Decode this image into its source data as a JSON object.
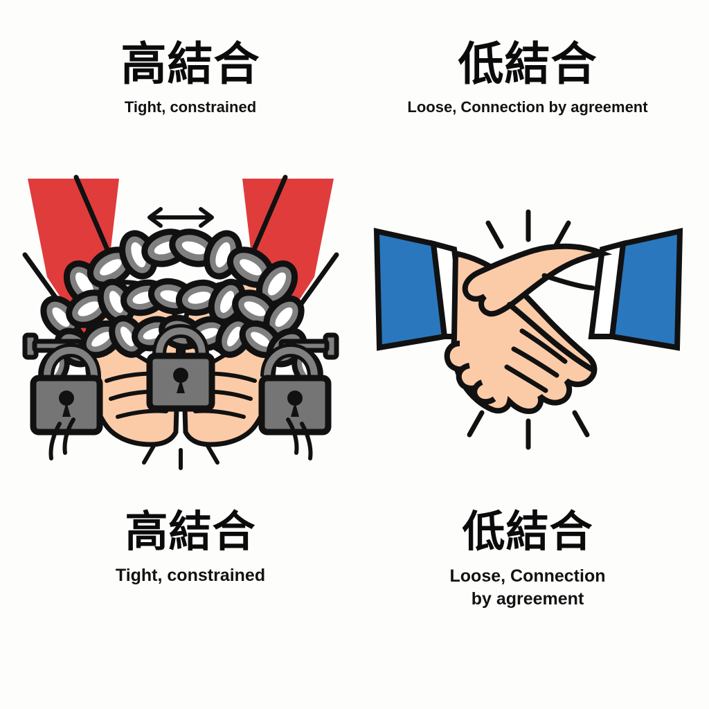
{
  "page": {
    "background_color": "#fdfdfc",
    "layout": "two-column comparison poster"
  },
  "palette": {
    "ink": "#111111",
    "red_sleeve": "#e03c3c",
    "blue_sleeve": "#2a77be",
    "skin": "#fbcba8",
    "chain_gray": "#808080",
    "lock_gray": "#757575",
    "cuff_white": "#ffffff"
  },
  "columns": {
    "left": {
      "heading_jp": "高結合",
      "heading_en": "Tight, constrained",
      "caption_jp": "高結合",
      "caption_en": "Tight, constrained",
      "illustration": "chained-hands-with-padlocks"
    },
    "right": {
      "heading_jp": "低結合",
      "heading_en": "Loose, Connection by agreement",
      "caption_jp": "低結合",
      "caption_en_line1": "Loose, Connection",
      "caption_en_line2": "by agreement",
      "illustration": "handshake-with-sparkles"
    }
  },
  "icons": {
    "double_arrow": "double-headed-arrow-icon",
    "padlock": "padlock-icon",
    "chain": "chain-icon",
    "handshake": "handshake-icon",
    "sparkle": "sparkle-lines-icon",
    "motion": "motion-lines-icon"
  }
}
